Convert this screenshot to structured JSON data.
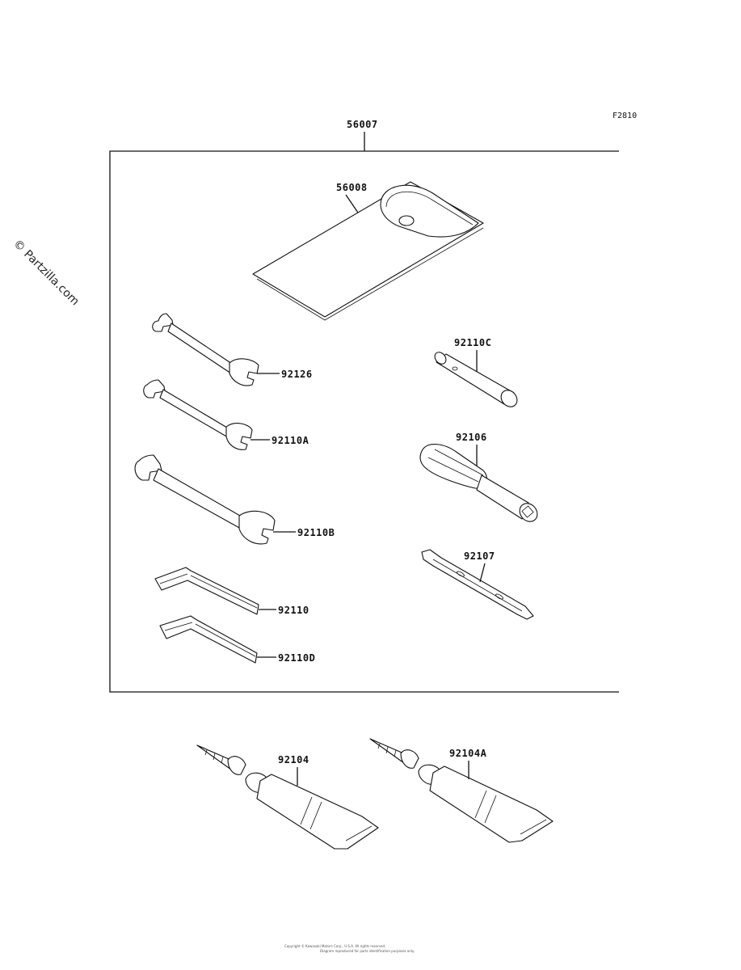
{
  "figure_code": "F2810",
  "watermark": "© Partzilla.com",
  "footer_lines": [
    "Copyright © Kawasaki Motors Corp., U.S.A. All rights reserved.",
    "Diagram reproduced for parts identification purposes only."
  ],
  "parts": {
    "kit": "56007",
    "case": "56008",
    "wrench_a": "92126",
    "wrench_b": "92110A",
    "wrench_c": "92110B",
    "hex_key_a": "92110",
    "hex_key_b": "92110D",
    "plug_wrench": "92110C",
    "handle": "92106",
    "screwdriver": "92107",
    "tube_a": "92104",
    "tube_b": "92104A"
  }
}
